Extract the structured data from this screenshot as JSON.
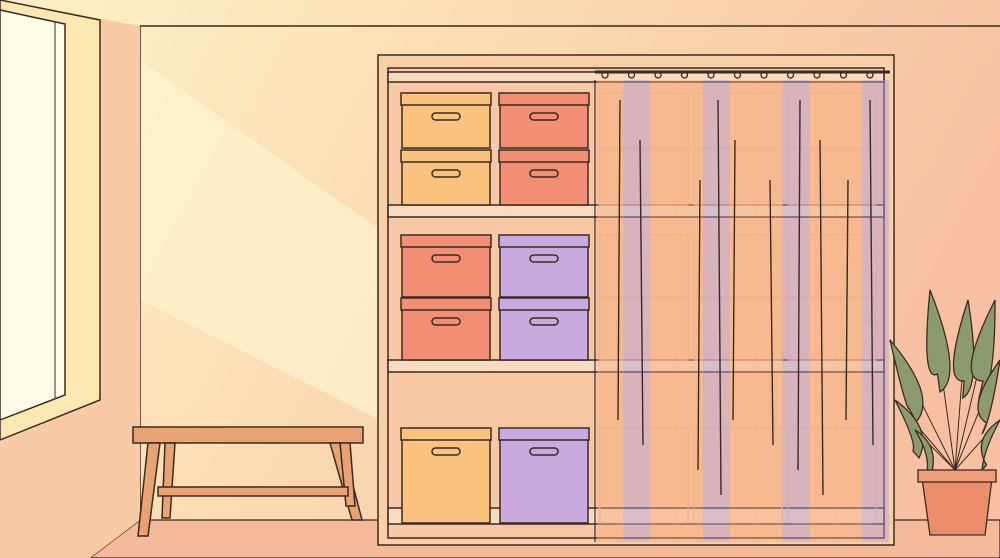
{
  "colors": {
    "wall_light": "#fcecc0",
    "wall_warm": "#f8c4a6",
    "floor": "#f6bea0",
    "outline": "#3a2a22",
    "wood": "#e8a574",
    "shelf_wood": "#f7dcc0",
    "box_yellow": "#f9c27e",
    "box_coral": "#f28e74",
    "box_lilac": "#c9a9de",
    "curtain_orange": "#f6a778",
    "curtain_purple": "#b39ad8",
    "leaf": "#8c9a70",
    "pot": "#ec8e6c"
  },
  "shelf_boxes": [
    [
      "box_yellow",
      "box_coral"
    ],
    [
      "box_yellow",
      "box_coral"
    ],
    [
      "box_coral",
      "box_lilac"
    ],
    [
      "box_coral",
      "box_lilac"
    ],
    [
      "box_yellow",
      "box_lilac"
    ]
  ]
}
